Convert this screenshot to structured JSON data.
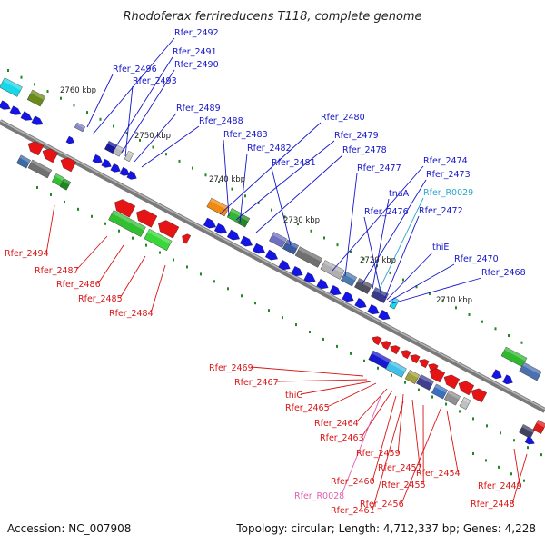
{
  "title": "Rhodoferax ferrireducens T118, complete genome",
  "footer": {
    "accession": "Accession: NC_007908",
    "topology": "Topology: circular; Length: 4,712,337 bp; Genes: 4,228"
  },
  "colors": {
    "upper_strand_label": "#1515c8",
    "lower_strand_label": "#d81515",
    "rna_label": "#2aa8c8",
    "rna_pink_label": "#e060b0",
    "forward_arrow": "#1414e6",
    "reverse_arrow": "#e61414",
    "backbone": "#888888",
    "tick": "#228822"
  },
  "kbp_markers": [
    "2760 kbp",
    "2750 kbp",
    "2740 kbp",
    "2730 kbp",
    "2720 kbp",
    "2710 kbp"
  ],
  "genes_upper": [
    {
      "label": "Rfer_2492",
      "color": "blue"
    },
    {
      "label": "Rfer_2491",
      "color": "blue"
    },
    {
      "label": "Rfer_2490",
      "color": "blue"
    },
    {
      "label": "Rfer_2496",
      "color": "blue"
    },
    {
      "label": "Rfer_2493",
      "color": "blue"
    },
    {
      "label": "Rfer_2489",
      "color": "blue"
    },
    {
      "label": "Rfer_2488",
      "color": "blue"
    },
    {
      "label": "Rfer_2480",
      "color": "blue"
    },
    {
      "label": "Rfer_2483",
      "color": "blue"
    },
    {
      "label": "Rfer_2479",
      "color": "blue"
    },
    {
      "label": "Rfer_2482",
      "color": "blue"
    },
    {
      "label": "Rfer_2478",
      "color": "blue"
    },
    {
      "label": "Rfer_2481",
      "color": "blue"
    },
    {
      "label": "Rfer_2474",
      "color": "blue"
    },
    {
      "label": "Rfer_2477",
      "color": "blue"
    },
    {
      "label": "Rfer_2473",
      "color": "blue"
    },
    {
      "label": "tnaA",
      "color": "blue"
    },
    {
      "label": "Rfer_R0029",
      "color": "cyan"
    },
    {
      "label": "Rfer_2476",
      "color": "blue"
    },
    {
      "label": "Rfer_2472",
      "color": "blue"
    },
    {
      "label": "thiE",
      "color": "blue"
    },
    {
      "label": "Rfer_2470",
      "color": "blue"
    },
    {
      "label": "Rfer_2468",
      "color": "blue"
    }
  ],
  "genes_lower": [
    {
      "label": "Rfer_2494",
      "color": "red"
    },
    {
      "label": "Rfer_2487",
      "color": "red"
    },
    {
      "label": "Rfer_2486",
      "color": "red"
    },
    {
      "label": "Rfer_2485",
      "color": "red"
    },
    {
      "label": "Rfer_2484",
      "color": "red"
    },
    {
      "label": "Rfer_2469",
      "color": "red"
    },
    {
      "label": "Rfer_2467",
      "color": "red"
    },
    {
      "label": "thiG",
      "color": "red"
    },
    {
      "label": "Rfer_2465",
      "color": "red"
    },
    {
      "label": "Rfer_2464",
      "color": "red"
    },
    {
      "label": "Rfer_2463",
      "color": "red"
    },
    {
      "label": "Rfer_2459",
      "color": "red"
    },
    {
      "label": "Rfer_2457",
      "color": "red"
    },
    {
      "label": "Rfer_2460",
      "color": "red"
    },
    {
      "label": "Rfer_2455",
      "color": "red"
    },
    {
      "label": "Rfer_2454",
      "color": "red"
    },
    {
      "label": "Rfer_R0028",
      "color": "pink"
    },
    {
      "label": "Rfer_2461",
      "color": "red"
    },
    {
      "label": "Rfer_2456",
      "color": "red"
    },
    {
      "label": "Rfer_2449",
      "color": "red"
    },
    {
      "label": "Rfer_2448",
      "color": "red"
    }
  ]
}
